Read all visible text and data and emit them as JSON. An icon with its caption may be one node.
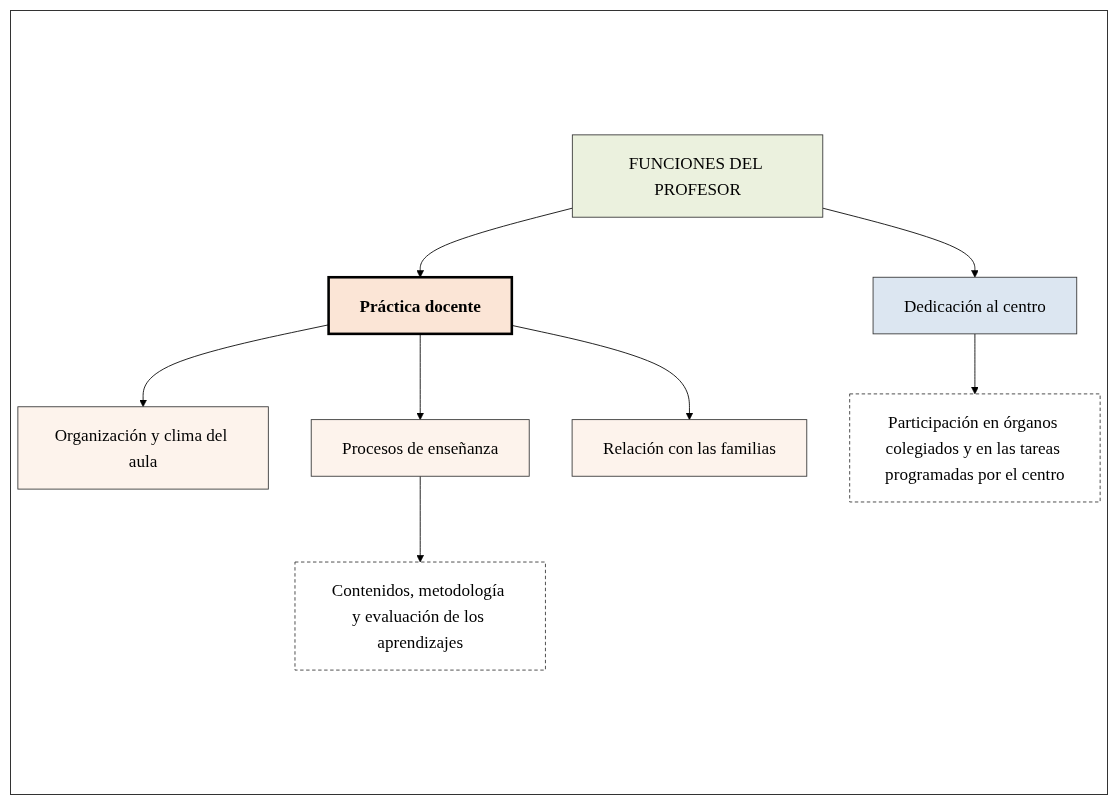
{
  "diagram": {
    "nodes": [
      {
        "text": [
          "FUNCIONES DEL PROFESOR"
        ]
      },
      {
        "text": [
          "Práctica docente"
        ]
      },
      {
        "text": [
          "Dedicación al centro"
        ]
      },
      {
        "text": [
          "Organización y clima del aula"
        ]
      },
      {
        "text": [
          "Procesos de enseñanza"
        ]
      },
      {
        "text": [
          "Relación con las familias"
        ]
      },
      {
        "text": [
          "Contenidos, metodología y evaluación de los aprendizajes"
        ]
      },
      {
        "text": [
          "Participación en órganos colegiados y en las tareas programadas por el centro"
        ]
      }
    ],
    "edges": [
      {
        "from": 0,
        "to": 1,
        "arrow": "to"
      },
      {
        "from": 0,
        "to": 2,
        "arrow": "to"
      },
      {
        "from": 1,
        "to": 3,
        "arrow": "to"
      },
      {
        "from": 1,
        "to": 5,
        "arrow": "to"
      },
      {
        "from": 1,
        "to": 4,
        "arrow": "to"
      },
      {
        "from": 4,
        "to": 6,
        "arrow": "to"
      },
      {
        "from": 2,
        "to": 7,
        "arrow": "to"
      }
    ]
  }
}
